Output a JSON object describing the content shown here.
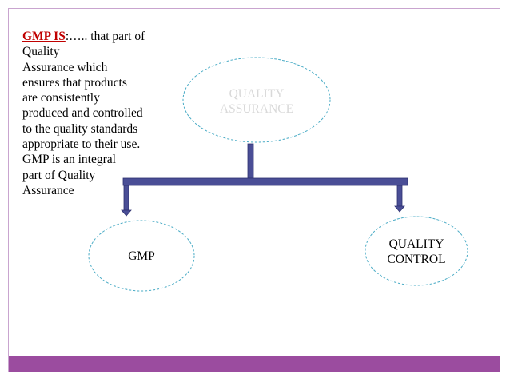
{
  "definition": {
    "heading": "GMP   IS",
    "lines": [
      ":….. that part of",
      "Quality",
      "Assurance which",
      "ensures that products",
      "are consistently",
      "produced and controlled",
      "to the quality standards",
      "appropriate to their use.",
      "GMP is an integral",
      "part of Quality",
      "Assurance"
    ]
  },
  "nodes": {
    "quality_assurance": {
      "line1": "QUALITY",
      "line2": "ASSURANCE"
    },
    "gmp": {
      "label": "GMP"
    },
    "quality_control": {
      "line1": "QUALITY",
      "line2": "CONTROL"
    }
  },
  "colors": {
    "accent_bar": "#9b4c9f",
    "connector": "#4a4e96",
    "node_border": "#4bacc6",
    "heading": "#c00000"
  }
}
